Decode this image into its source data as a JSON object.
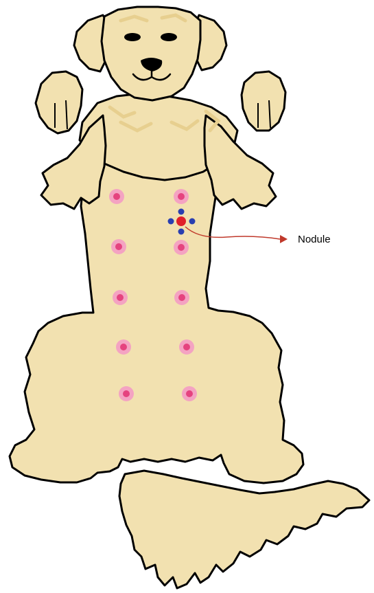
{
  "diagram": {
    "subject": "dog-ventral-view",
    "annotation": {
      "label": "Nodule"
    },
    "colors": {
      "fur": "#f2e1b0",
      "fur_shade": "#e7cf8f",
      "outline": "#000000",
      "teat_outer": "#f4a3c2",
      "teat_inner": "#e5437f",
      "nodule": "#e0202a",
      "palpation_dots": "#2a3fb0",
      "arrow": "#c0392b"
    },
    "teats": {
      "pairs": 5,
      "count": 10
    }
  }
}
